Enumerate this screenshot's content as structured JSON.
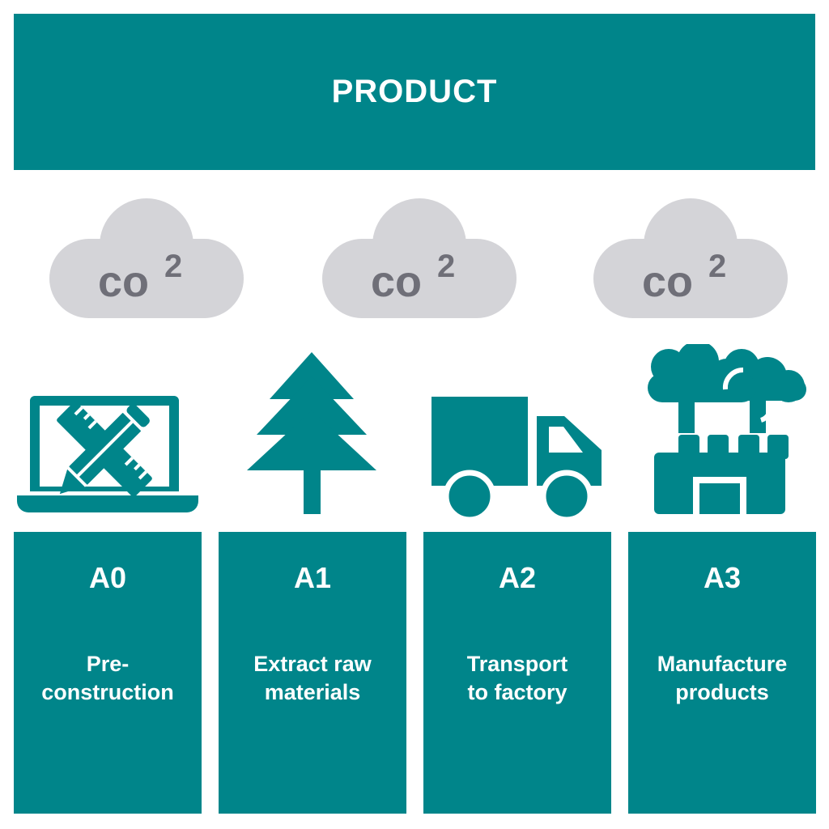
{
  "colors": {
    "teal": "#00858a",
    "cloud": "#d4d4d8",
    "co2_text": "#6f6f78",
    "text": "#ffffff"
  },
  "header": {
    "title": "PRODUCT"
  },
  "clouds": [
    {
      "label": "co",
      "superscript": "2"
    },
    {
      "label": "co",
      "superscript": "2"
    },
    {
      "label": "co",
      "superscript": "2"
    }
  ],
  "icons": [
    "laptop-design-icon",
    "tree-icon",
    "truck-icon",
    "factory-icon"
  ],
  "stages": [
    {
      "code": "A0",
      "line1": "Pre-",
      "line2": "construction"
    },
    {
      "code": "A1",
      "line1": "Extract raw",
      "line2": "materials"
    },
    {
      "code": "A2",
      "line1": "Transport",
      "line2": "to factory"
    },
    {
      "code": "A3",
      "line1": "Manufacture",
      "line2": "products"
    }
  ]
}
